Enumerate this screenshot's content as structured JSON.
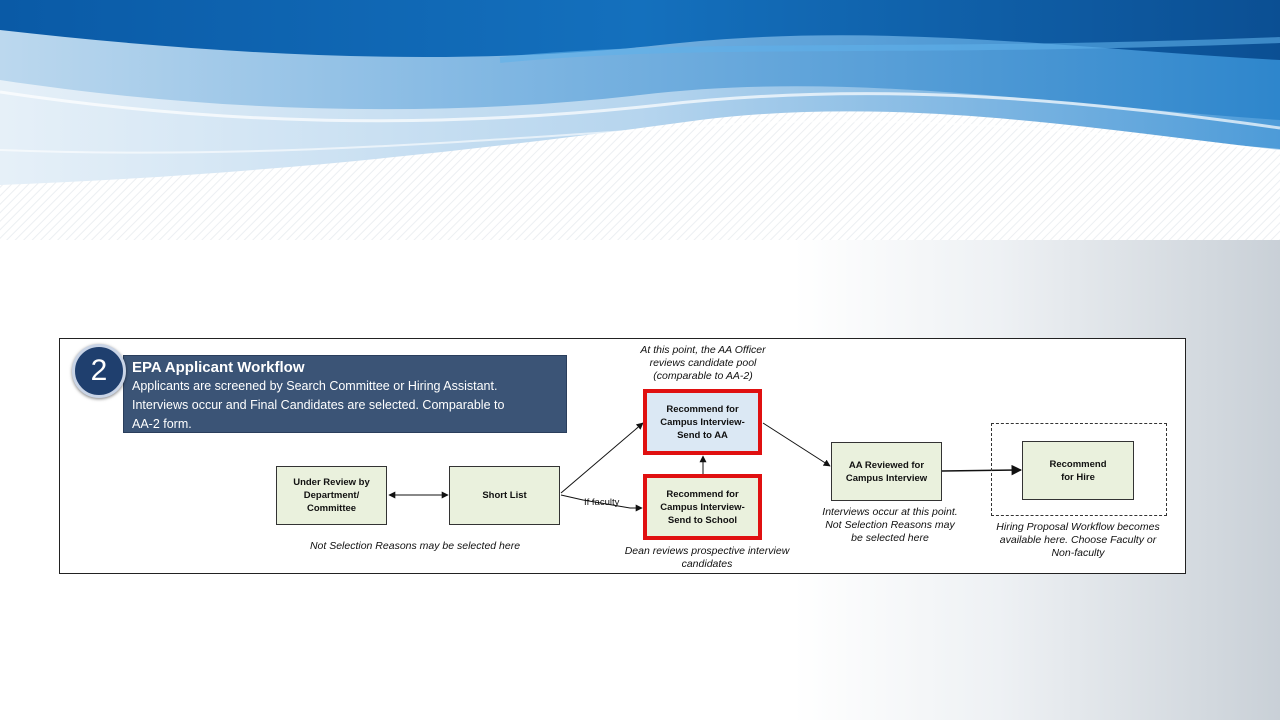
{
  "step": {
    "number": "2",
    "title": "EPA Applicant Workflow",
    "description_line1": "Applicants are screened by Search Committee or Hiring Assistant.",
    "description_line2": "Interviews occur and Final Candidates are selected.  Comparable to",
    "description_line3": "AA-2 form."
  },
  "nodes": {
    "under_review": [
      "Under Review by",
      "Department/",
      "Committee"
    ],
    "short_list": [
      "Short List"
    ],
    "send_to_aa": [
      "Recommend for",
      "Campus Interview-",
      "Send to AA"
    ],
    "send_to_school": [
      "Recommend for",
      "Campus Interview-",
      "Send to School"
    ],
    "aa_reviewed": [
      "AA Reviewed for",
      "Campus Interview"
    ],
    "recommend_hire": [
      "Recommend",
      "for Hire"
    ]
  },
  "edge_labels": {
    "if_faculty": "If faculty"
  },
  "notes": {
    "aa_officer": [
      "At this point, the AA Officer",
      "reviews candidate pool",
      "(comparable to AA-2)"
    ],
    "not_selection_1": [
      "Not Selection Reasons may be selected here"
    ],
    "dean": [
      "Dean reviews prospective interview",
      "candidates"
    ],
    "interviews": [
      "Interviews occur at this point.",
      "Not Selection Reasons may",
      "be selected here"
    ],
    "hiring_proposal": [
      "Hiring Proposal Workflow becomes",
      "available here.  Choose Faculty or",
      "Non-faculty"
    ]
  },
  "colors": {
    "step_box": "#3b5476",
    "badge": "#1f3f6e",
    "node_fill": "#eaf1dd",
    "node_blue_fill": "#dbe8f4",
    "highlight_red": "#e01010"
  }
}
